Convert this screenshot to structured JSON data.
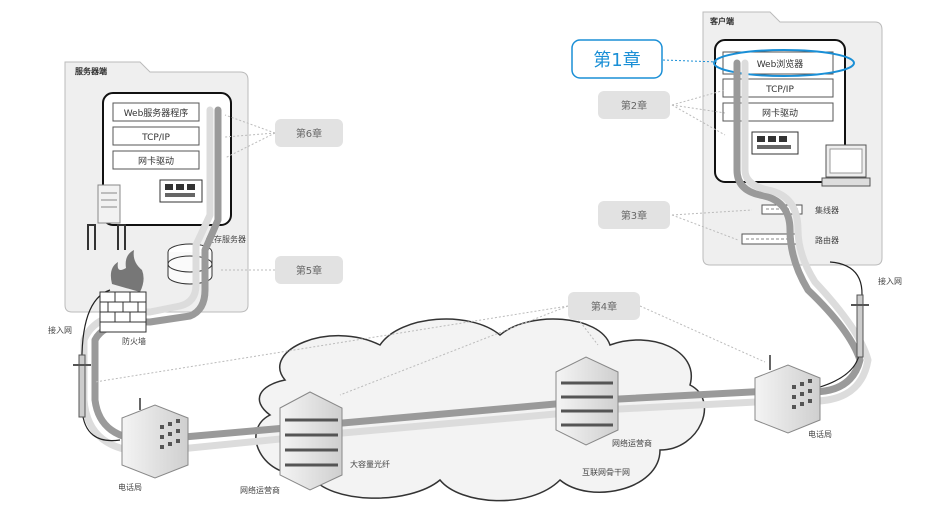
{
  "server": {
    "title": "服务器端",
    "layers": [
      "Web服务器程序",
      "TCP/IP",
      "网卡驱动"
    ],
    "cache_label": "缓存服务器",
    "firewall_label": "防火墙"
  },
  "client": {
    "title": "客户端",
    "layers": [
      "Web浏览器",
      "TCP/IP",
      "网卡驱动"
    ],
    "hub_label": "集线器",
    "router_label": "路由器"
  },
  "chapters": {
    "ch1": "第1章",
    "ch2": "第2章",
    "ch3": "第3章",
    "ch4": "第4章",
    "ch5": "第5章",
    "ch6": "第6章"
  },
  "network": {
    "access_left": "接入网",
    "access_right": "接入网",
    "phone_office_left": "电话局",
    "phone_office_right": "电话局",
    "isp_left": "网络运营商",
    "isp_right": "网络运营商",
    "fiber": "大容量光纤",
    "backbone": "互联网骨干网"
  },
  "colors": {
    "highlight": "#1a8fd6",
    "chapter_box": "#e2e2e2",
    "panel": "#f0f0f0"
  }
}
